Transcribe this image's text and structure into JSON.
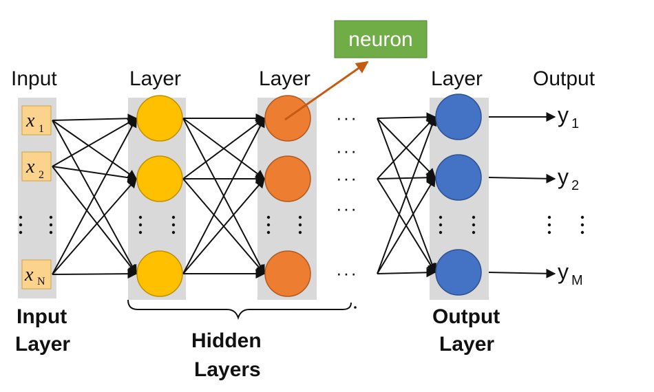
{
  "headers": {
    "input": "Input",
    "layer1": "Layer",
    "layer2": "Layer",
    "layer_out": "Layer",
    "output": "Output"
  },
  "callout": "neuron",
  "inputs": [
    {
      "symbol": "x",
      "sub": "1"
    },
    {
      "symbol": "x",
      "sub": "2"
    },
    {
      "symbol": "x",
      "sub": "N"
    }
  ],
  "outputs": [
    {
      "symbol": "y",
      "sub": "1"
    },
    {
      "symbol": "y",
      "sub": "2"
    },
    {
      "symbol": "y",
      "sub": "M"
    }
  ],
  "ellipsis": "···",
  "captions": {
    "input_line1": "Input",
    "input_line2": "Layer",
    "hidden_line1": "Hidden",
    "hidden_line2": "Layers",
    "output_line1": "Output",
    "output_line2": "Layer"
  },
  "colors": {
    "column_bg": "#d9d9d9",
    "input_box": "#fbd38d",
    "hidden1_node": "#ffc000",
    "hidden2_node": "#ed7d31",
    "output_node": "#4472c4",
    "callout_bg": "#70ad47",
    "callout_arrow": "#c55a11"
  }
}
